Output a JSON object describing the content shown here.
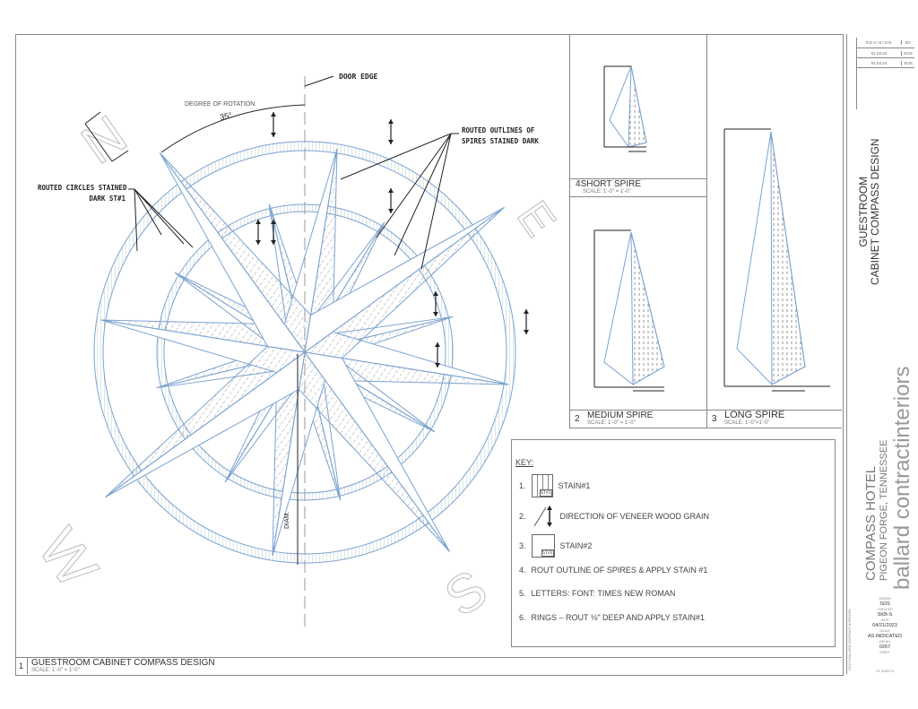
{
  "callouts": {
    "door_edge": "DOOR EDGE",
    "degree_of_rotation": "DEGREE OF ROTATION",
    "angle": "35°",
    "routed_circles": [
      "ROUTED CIRCLES STAINED",
      "DARK ST#1"
    ],
    "routed_outlines": [
      "ROUTED OUTLINES OF",
      "SPIRES STAINED DARK"
    ],
    "diam": "DIAM.",
    "stain_tag": "ST#1"
  },
  "letters": {
    "n": "N",
    "e": "E",
    "s": "S",
    "w": "W"
  },
  "details": [
    {
      "num": "4",
      "title": "SHORT SPIRE",
      "scale": "SCALE: 1'-0\" = 1'-0\""
    },
    {
      "num": "2",
      "title": "MEDIUM SPIRE",
      "scale": "SCALE: 1'-0\" = 1'-0\""
    },
    {
      "num": "3",
      "title": "LONG SPIRE",
      "scale": "SCALE: 1'-0\"=1'-0\""
    },
    {
      "num": "1",
      "title": "GUESTROOM CABINET COMPASS DESIGN",
      "scale": "SCALE: 1'-0\" = 1'-0\""
    }
  ],
  "key": {
    "title": "KEY:",
    "items": [
      {
        "num": "1.",
        "text": "STAIN#1",
        "tag": "ST#1"
      },
      {
        "num": "2.",
        "text": "DIRECTION OF VENEER WOOD GRAIN"
      },
      {
        "num": "3.",
        "text": "STAIN#2",
        "tag": "ST#2"
      },
      {
        "num": "4.",
        "text": "ROUT OUTLINE OF SPIRES & APPLY STAIN #1"
      },
      {
        "num": "5.",
        "text": "LETTERS: FONT: TIMES NEW ROMAN"
      },
      {
        "num": "6.",
        "text": "RINGS – ROUT ⅛\" DEEP AND APPLY STAIN#1"
      }
    ]
  },
  "title_block": {
    "revision_header": "REVISION",
    "by_header": "BY",
    "revisions": [
      {
        "date": "01.03.24",
        "by": "SOS"
      },
      {
        "date": "01.04.24",
        "by": "SOS"
      }
    ],
    "drawing_title": [
      "GUESTROOM",
      "CABINET COMPASS DESIGN"
    ],
    "project": [
      "COMPASS HOTEL",
      "PIGEON FORGE, TENNESSEE"
    ],
    "company": "ballard contractinteriors",
    "drawn_label": "DRAWN",
    "drawn": "SOS",
    "checked_label": "CHECKED",
    "checked": "SKB-S",
    "date_label": "DATE",
    "date": "04/21/2023",
    "scale_label": "SCALE",
    "scale": "AS INDICATED",
    "job_label": "JOB NO.",
    "job": "0267",
    "sheet_label": "SHEET",
    "of_sheets": "OF        SHEETS",
    "copyright": "2018 © BALLARD CONTRACT INTERIORS"
  }
}
